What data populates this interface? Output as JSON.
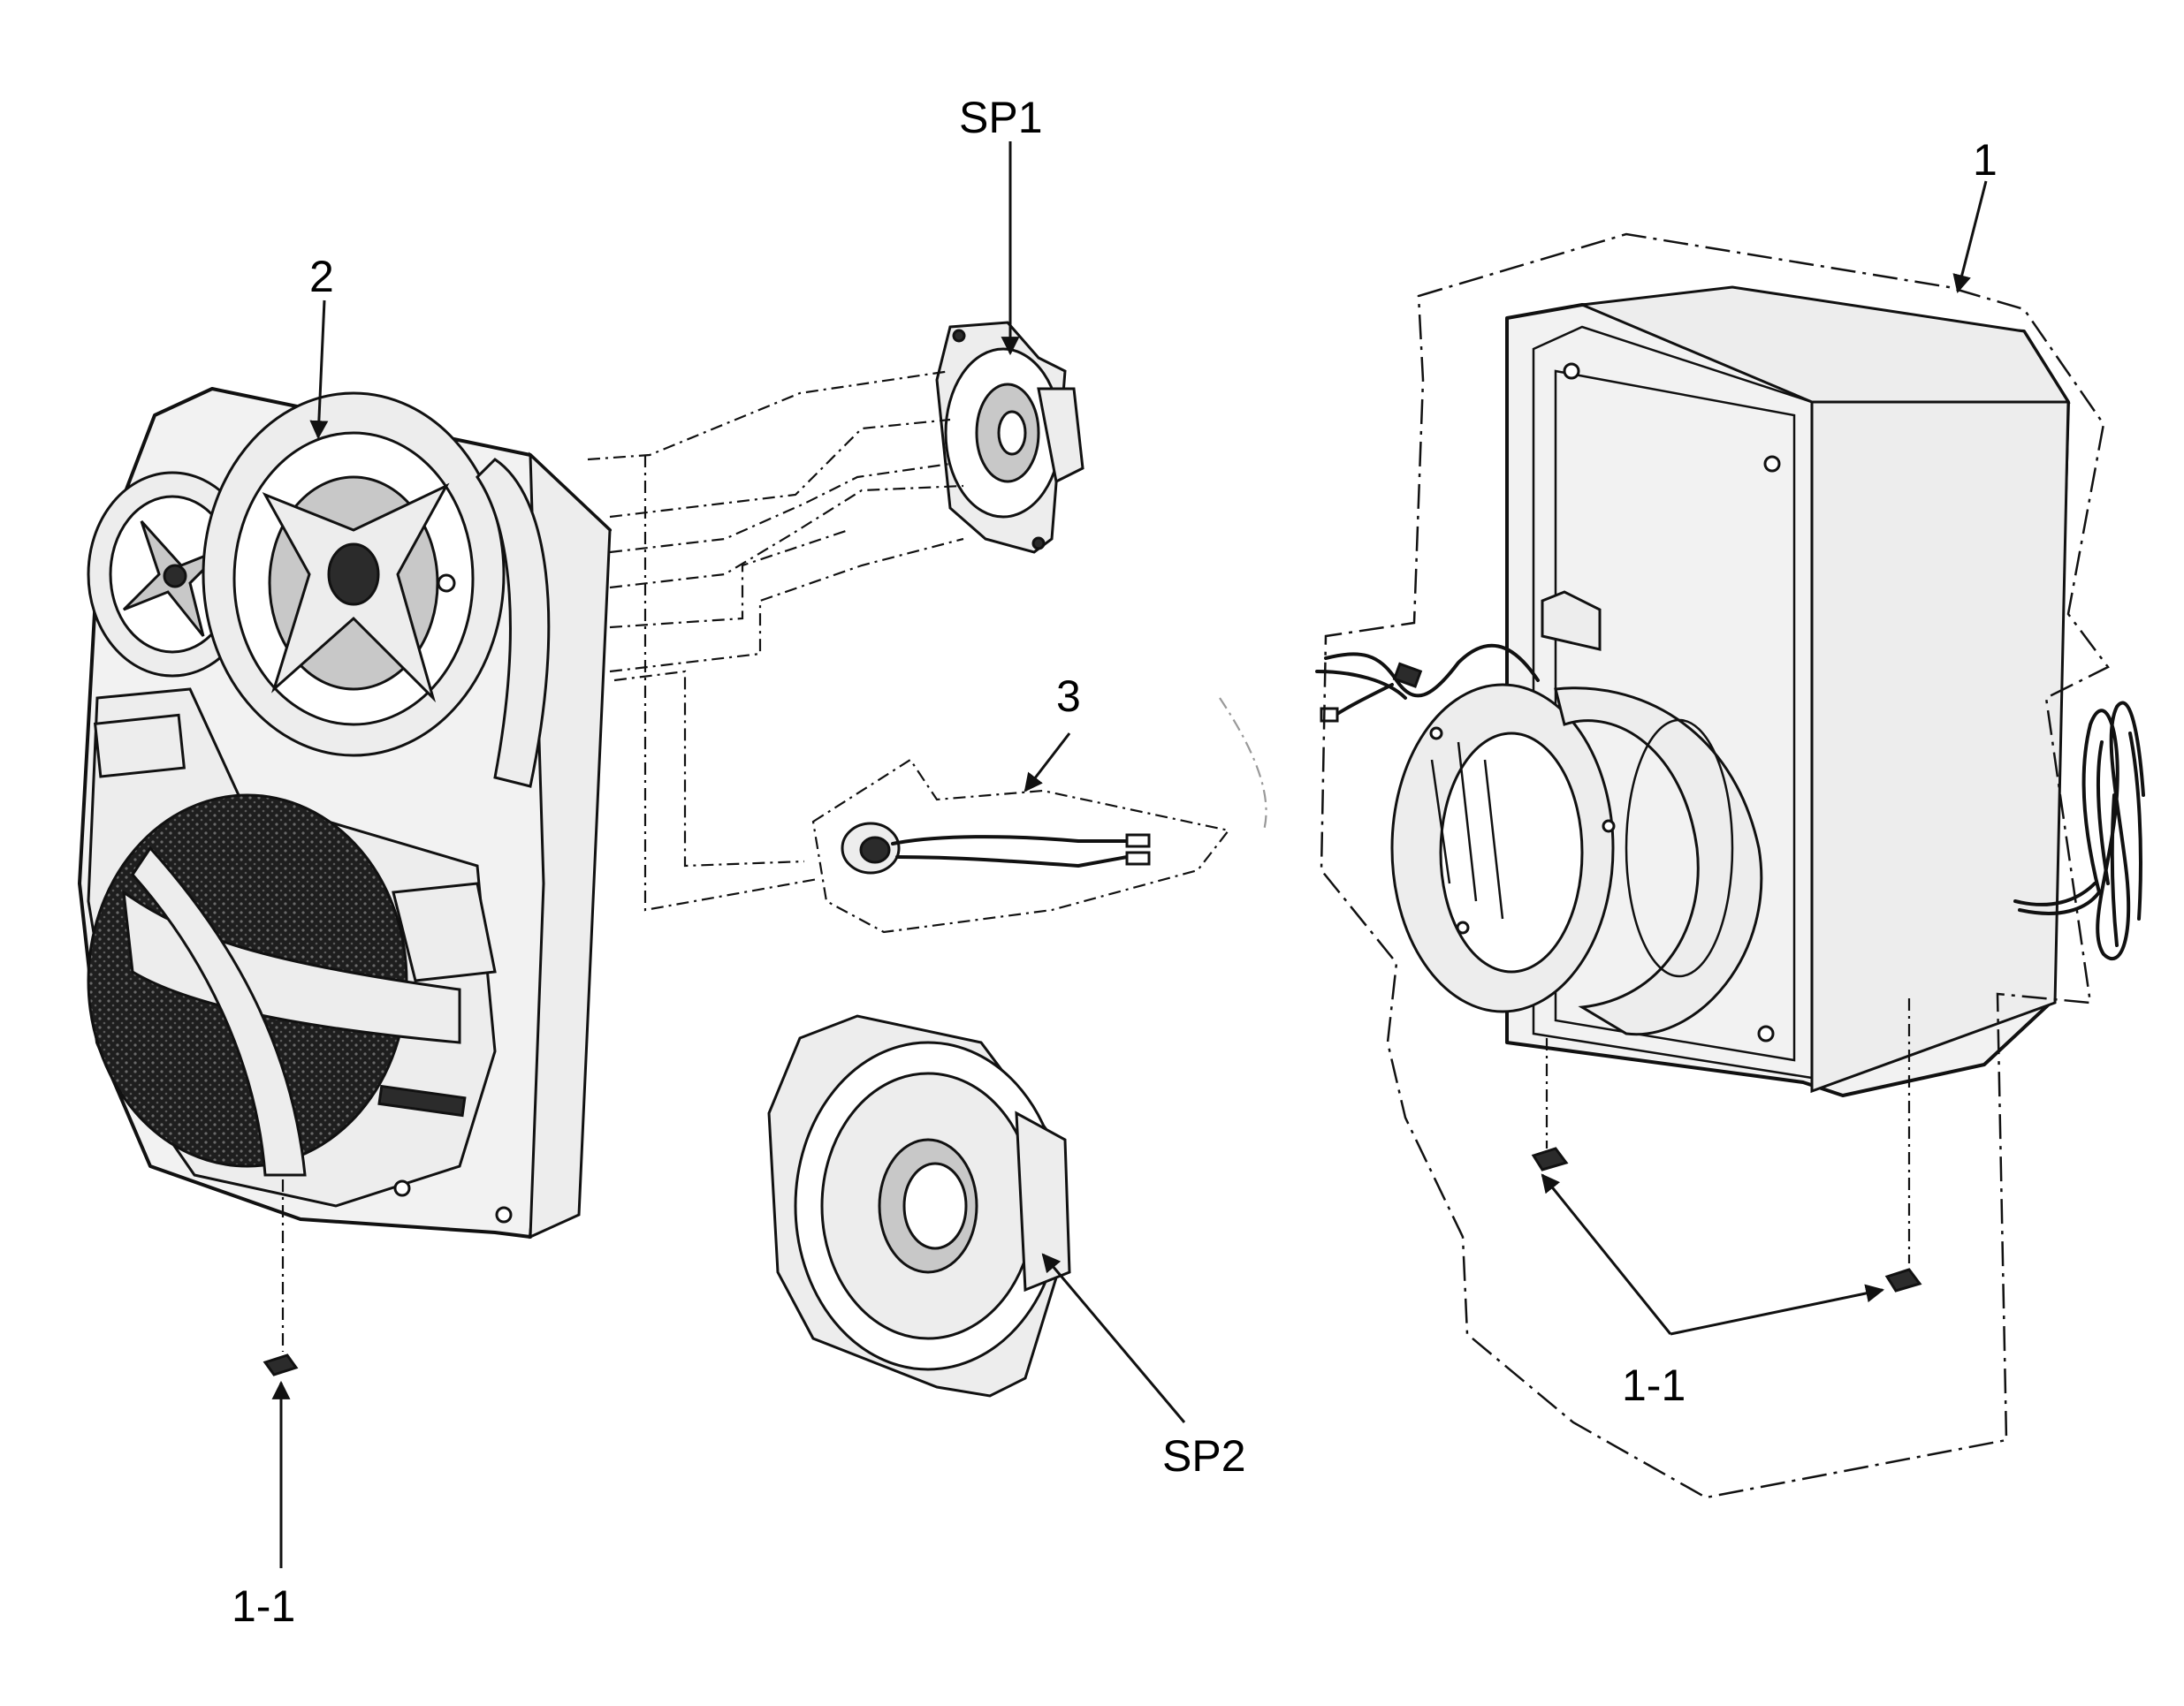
{
  "labels": {
    "sp1": "SP1",
    "sp2": "SP2",
    "part_1": "1",
    "part_2": "2",
    "part_3": "3",
    "part_1_1_left": "1-1",
    "part_1_1_right": "1-1"
  },
  "colors": {
    "ink": "#111111",
    "paper": "#ffffff",
    "shade": "#2b2b2b"
  }
}
